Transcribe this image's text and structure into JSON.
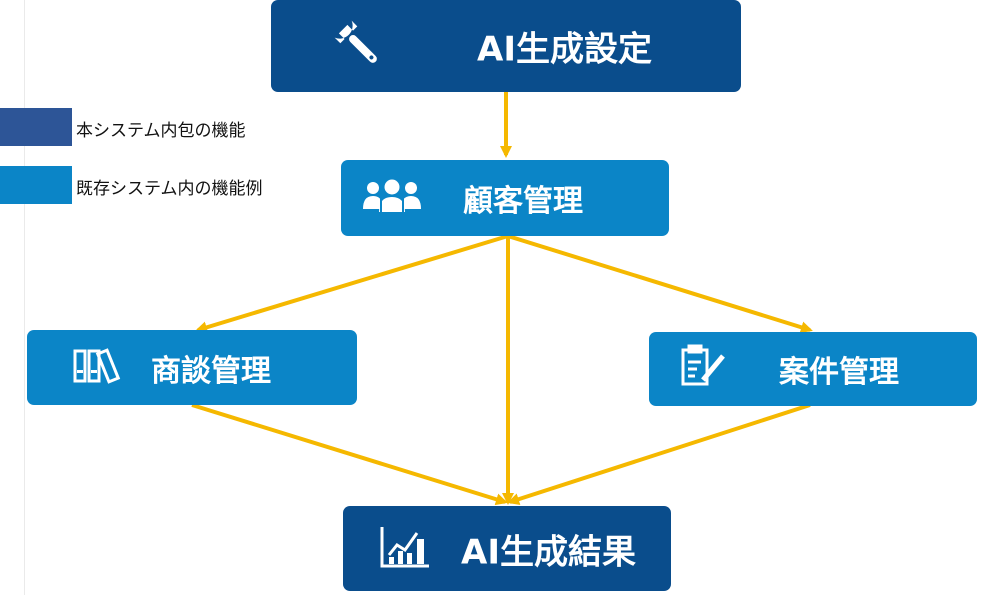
{
  "colors": {
    "internal": "#0a4d8c",
    "existing": "#0b85c7",
    "arrow": "#f5b800",
    "legend_internal": "#2d5597"
  },
  "legend": [
    {
      "label": "本システム内包の機能"
    },
    {
      "label": "既存システム内の機能例"
    }
  ],
  "nodes": {
    "ai_settings": {
      "label": "AI生成設定",
      "icon": "wrench-icon"
    },
    "customer": {
      "label": "顧客管理",
      "icon": "users-icon"
    },
    "negotiation": {
      "label": "商談管理",
      "icon": "binders-icon"
    },
    "project": {
      "label": "案件管理",
      "icon": "clipboard-icon"
    },
    "ai_result": {
      "label": "AI生成結果",
      "icon": "chart-icon"
    }
  }
}
